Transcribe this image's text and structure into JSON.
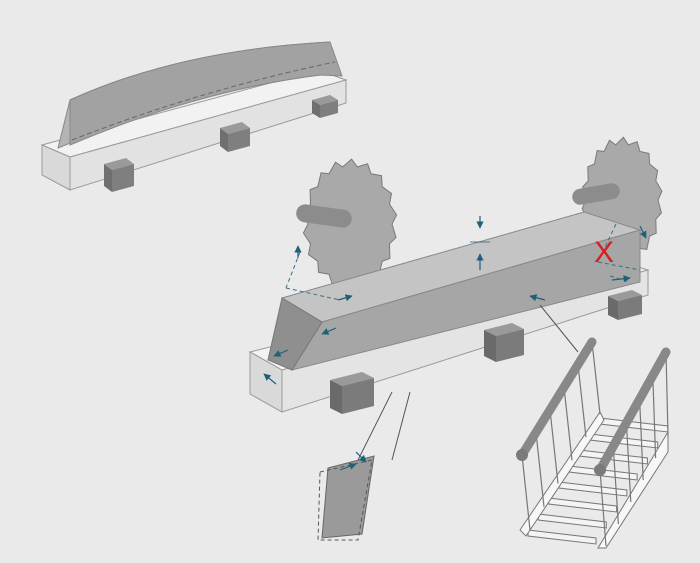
{
  "diagram": {
    "theme": {
      "background": "#eaeaea",
      "beam_front": "#a6a6a6",
      "beam_top": "#c8c8c8",
      "beam_dark": "#8a8a8a",
      "base_front": "#d9d9d9",
      "base_top": "#f2f2f2",
      "block": "#7a7a7a",
      "block_light": "#9a9a9a",
      "saw": "#a9a9a9",
      "saw_shaft": "#8c8c8c",
      "arrow": "#1f5f7a",
      "dash": "#3b6f86",
      "cut_mark": "#d42020",
      "stair_line": "#777777"
    },
    "components": [
      "curved-beam-on-supports",
      "straight-beam-between-circular-saws",
      "beam-cross-section-detail",
      "staircase-with-handrail"
    ],
    "cut_marker_glyph": "X"
  }
}
